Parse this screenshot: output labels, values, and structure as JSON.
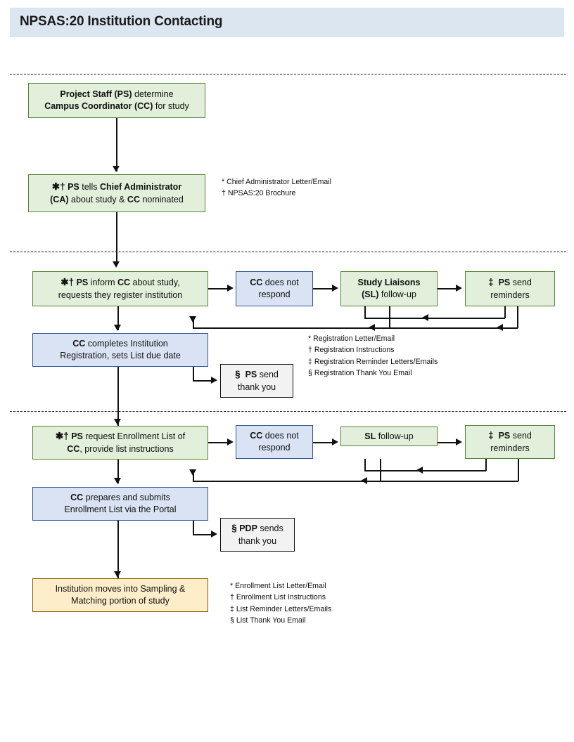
{
  "header": {
    "title": "NPSAS:20 Institution Contacting",
    "bar_color": "#dce6f1"
  },
  "colors": {
    "green_fill": "#e2efda",
    "green_border": "#548235",
    "blue_fill": "#dae3f3",
    "blue_border": "#2f5496",
    "gray_fill": "#f2f2f2",
    "gray_border": "#111111",
    "yellow_fill": "#fdedc9",
    "yellow_border": "#806000",
    "line": "#111111"
  },
  "stage1": {
    "box_determine_cc": {
      "line1_bold": "Project Staff (PS)",
      "line1_rest": " determine",
      "line2_bold": "Campus Coordinator (CC)",
      "line2_rest": " for study"
    }
  },
  "stage2": {
    "box_tell_ca": {
      "symbols": "✱†",
      "line1_a": "PS",
      "line1_b": " tells ",
      "line1_c": "Chief Administrator",
      "line2_a": "(CA)",
      "line2_b": " about  study & ",
      "line2_c": "CC",
      "line2_d": " nominated"
    },
    "notes": [
      "*  Chief Administrator Letter/Email",
      "† NPSAS:20 Brochure"
    ]
  },
  "stage3": {
    "box_inform_cc": {
      "symbols": "✱†",
      "line1_a": "PS",
      "line1_b": " inform  ",
      "line1_c": "CC",
      "line1_d": " about  study,",
      "line2": "requests they  register institution"
    },
    "box_no_respond": {
      "line1_bold": "CC",
      "line1_rest": " does not",
      "line2": "respond"
    },
    "box_sl_followup": {
      "line1_bold": "Study Liaisons",
      "line2_bold": "(SL)",
      "line2_rest": " follow-up"
    },
    "box_send_reminders": {
      "symbol": "‡",
      "line1_bold": "PS",
      "line1_rest": " send",
      "line2": "reminders"
    },
    "box_cc_completes": {
      "line1_bold": "CC",
      "line1_rest": " completes Institution",
      "line2": "Registration, sets List due date"
    },
    "box_thank_you": {
      "symbol": "§",
      "line1_bold": "PS",
      "line1_rest": " send",
      "line2": "thank you"
    },
    "notes": [
      "*  Registration Letter/Email",
      "† Registration Instructions",
      "‡ Registration Reminder Letters/Emails",
      "§ Registration Thank You Email"
    ]
  },
  "stage4": {
    "box_request_list": {
      "symbols": "✱†",
      "line1_a": "PS",
      "line1_b": " request  Enrollment  List of",
      "line2_a": "CC",
      "line2_b": ", provide list instructions"
    },
    "box_no_respond": {
      "line1_bold": "CC",
      "line1_rest": " does not",
      "line2": "respond"
    },
    "box_sl_followup": {
      "line_bold": "SL",
      "line_rest": " follow-up"
    },
    "box_send_reminders": {
      "symbol": "‡",
      "line1_bold": "PS",
      "line1_rest": " send",
      "line2": "reminders"
    },
    "box_cc_prepares": {
      "line1_bold": "CC",
      "line1_rest": " prepares and submits",
      "line2": "Enrollment List via the Portal"
    },
    "box_thank_you": {
      "symbol": "§",
      "line1_bold": "PDP",
      "line1_rest": " sends",
      "line2": "thank you"
    },
    "box_final": {
      "line1": "Institution moves into Sampling &",
      "line2": "Matching portion of study"
    },
    "notes": [
      "*  Enrollment List Letter/Email",
      "† Enrollment List Instructions",
      "‡ List Reminder Letters/Emails",
      "§ List Thank You Email"
    ]
  }
}
